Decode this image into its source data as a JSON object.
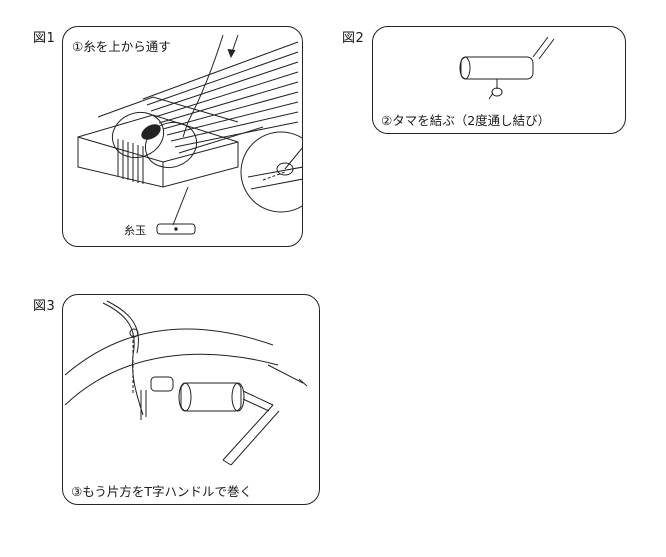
{
  "figures": [
    {
      "label": "図1",
      "caption": "①糸を上から通す",
      "part_label": "糸玉"
    },
    {
      "label": "図2",
      "caption": "②タマを結ぶ（2度通し結び）"
    },
    {
      "label": "図3",
      "caption": "③もう片方をT字ハンドルで巻く"
    }
  ]
}
